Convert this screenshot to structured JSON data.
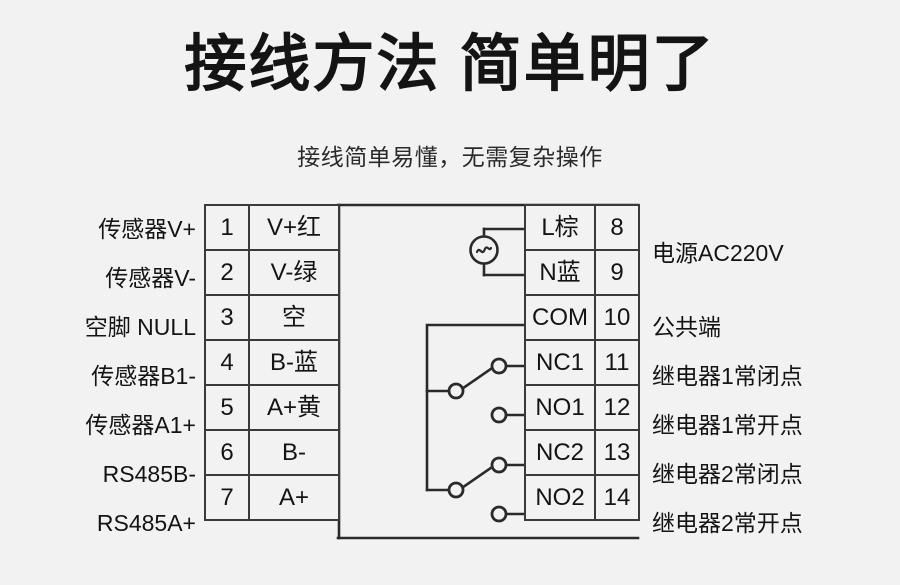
{
  "header": {
    "title": "接线方法 简单明了",
    "subtitle": "接线简单易懂，无需复杂操作"
  },
  "colors": {
    "background": "#f2f2f2",
    "line": "#2a2a2a",
    "table_border": "#3a3a3a",
    "text": "#141414"
  },
  "left_terminals": [
    {
      "label": "传感器V+",
      "num": "1",
      "name": "V+红"
    },
    {
      "label": "传感器V-",
      "num": "2",
      "name": "V-绿"
    },
    {
      "label": "空脚 NULL",
      "num": "3",
      "name": "空"
    },
    {
      "label": "传感器B1-",
      "num": "4",
      "name": "B-蓝"
    },
    {
      "label": "传感器A1+",
      "num": "5",
      "name": "A+黄"
    },
    {
      "label": "RS485B-",
      "num": "6",
      "name": "B-"
    },
    {
      "label": "RS485A+",
      "num": "7",
      "name": "A+"
    }
  ],
  "right_terminals": [
    {
      "name": "L棕",
      "num": "8",
      "label": "电源AC220V"
    },
    {
      "name": "N蓝",
      "num": "9",
      "label": ""
    },
    {
      "name": "COM",
      "num": "10",
      "label": "公共端"
    },
    {
      "name": "NC1",
      "num": "11",
      "label": "继电器1常闭点"
    },
    {
      "name": "NO1",
      "num": "12",
      "label": "继电器1常开点"
    },
    {
      "name": "NC2",
      "num": "13",
      "label": "继电器2常闭点"
    },
    {
      "name": "NO2",
      "num": "14",
      "label": "继电器2常开点"
    }
  ],
  "symbols": {
    "ac_source": "ac-source-sine",
    "relay1": "spdt-relay-contact",
    "relay2": "spdt-relay-contact"
  }
}
